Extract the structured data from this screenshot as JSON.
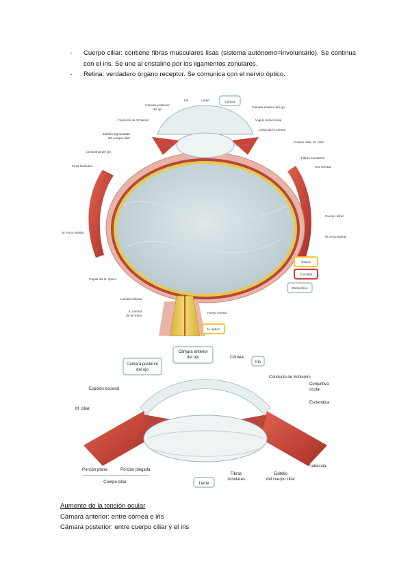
{
  "bullets": [
    {
      "dash": "-",
      "text": "Cuerpo ciliar: contiene fibras musculares lisas (sistema autónomo=involuntario). Se continua con el iris. Se une al cristalino por los ligamentos zonulares."
    },
    {
      "dash": "-",
      "text": "Retina: verdadero órgano receptor. Se comunica con el nervio óptico."
    }
  ],
  "figure1": {
    "labels": {
      "camara_posterior": [
        "Cámara posterior",
        "del ojo"
      ],
      "iris": "Iris",
      "lente": "Lente",
      "cornea": "Córnea",
      "camara_anterior": "Cámara anterior del ojo",
      "conducto_schlemm": "Conducto de Schlemm",
      "angulo_iridocorneal": "Ángulo iridocorneal",
      "limbo_cornea": "Limbo de la córnea",
      "epitelio_pigmentado": [
        "Epitelio pigmentado",
        "del cuerpo ciliar"
      ],
      "cuerpo_ciliar": "Cuerpo ciliar, M. ciliar",
      "conjuntiva": "Conjuntiva del ojo",
      "fibras_zonulares": "Fibras zonulares",
      "fosa_hialoidea": "Fosa hialoidea",
      "ora_serrata": "Ora serrata",
      "cuerpo_vitreo": "Cuerpo vítreo",
      "recto_medial": "M. recto medial",
      "recto_lateral": "M. recto lateral",
      "retina": "Retina",
      "coroides": "Coroides",
      "esclerotica": "Esclerótica",
      "papila": "Papila del N. óptico",
      "lamina_cribosa": "Lámina cribosa",
      "arteria_central": [
        "A. central",
        "de la retina"
      ],
      "fovea": "Fovea central",
      "nervio_optico": "N. óptico"
    }
  },
  "figure2": {
    "labels": {
      "camara_anterior": [
        "Cámara anterior",
        "del ojo"
      ],
      "cornea": "Córnea",
      "iris": "Iris",
      "camara_posterior": [
        "Cámara posterior",
        "del ojo"
      ],
      "conducto_schlemm": "Conducto de Schlemm",
      "conjuntiva": [
        "Conjuntiva",
        "ocular"
      ],
      "espolon": "Espolón escleral",
      "esclerotica": "Esclerótica",
      "m_ciliar": "M. ciliar",
      "trabecula": "Trabécula",
      "porcion_plana": "Porción plana",
      "porcion_plegada": "Porción plegada",
      "cuerpo_ciliar": "Cuerpo ciliar",
      "lente": "Lente",
      "fibras_zonulares": [
        "Fibras",
        "zonulares"
      ],
      "epitelio": [
        "Epitelio",
        "del cuerpo ciliar"
      ]
    }
  },
  "footer": {
    "heading": "Aumento de la tensión ocular",
    "lines": [
      "Cámara anterior: entre córnea e iris",
      "Cámara posterior: entre cuerpo ciliar y el iris"
    ]
  },
  "colors": {
    "muscle": "#c8453a",
    "sclera_pink": "#e8b4a8",
    "vitreous": "#c9d6da",
    "retina_yellow": "#e7c94a",
    "highlight_yellow": "#f0c419",
    "highlight_red": "#d8232a",
    "label_box": "#8fb3a8"
  }
}
